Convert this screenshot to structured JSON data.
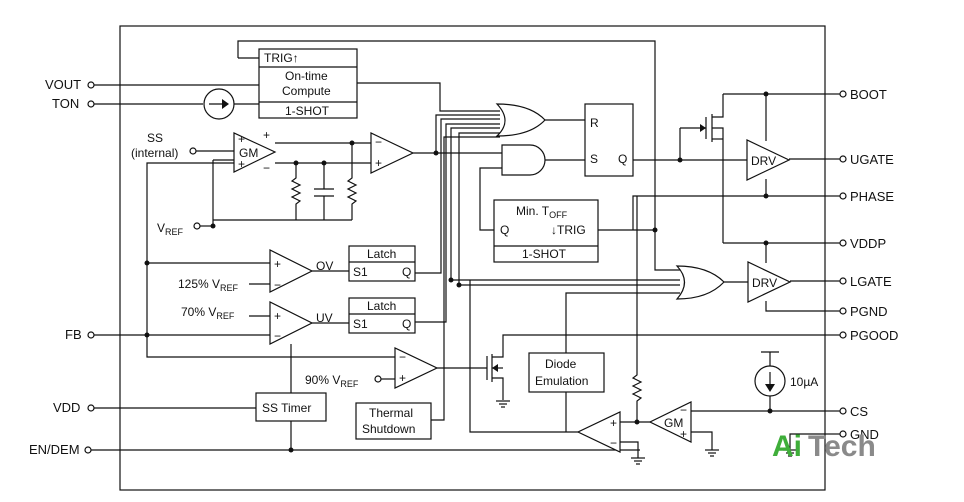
{
  "left_pins": {
    "vout": "VOUT",
    "ton": "TON",
    "fb": "FB",
    "vdd": "VDD",
    "en_dem": "EN/DEM"
  },
  "right_pins": {
    "boot": "BOOT",
    "ugate": "UGATE",
    "phase": "PHASE",
    "vddp": "VDDP",
    "lgate": "LGATE",
    "pgnd": "PGND",
    "pgood": "PGOOD",
    "cs": "CS",
    "gnd": "GND"
  },
  "blocks": {
    "oneshot_top": {
      "trig": "TRIG↑",
      "line1": "On-time",
      "line2": "Compute",
      "line3": "1-SHOT"
    },
    "latch_rs": {
      "r": "R",
      "s": "S",
      "q": "Q"
    },
    "min_toff": {
      "title_main": "Min. T",
      "title_sub": "OFF",
      "q": "Q",
      "trig": "↓TRIG",
      "shot": "1-SHOT"
    },
    "latch_ov": {
      "title": "Latch",
      "s1": "S1",
      "q": "Q"
    },
    "latch_uv": {
      "title": "Latch",
      "s1": "S1",
      "q": "Q"
    },
    "ss_timer": "SS Timer",
    "thermal": {
      "line1": "Thermal",
      "line2": "Shutdown"
    },
    "diode": {
      "line1": "Diode",
      "line2": "Emulation"
    },
    "drv_high": "DRV",
    "drv_low": "DRV",
    "gm_ss": "GM",
    "gm_cs": "GM"
  },
  "labels": {
    "ss_line1": "SS",
    "ss_line2": "(internal)",
    "vref_main": "V",
    "vref_sub": "REF",
    "pct125": "125% V",
    "pct70": "70% V",
    "pct90": "90% V",
    "ov": "OV",
    "uv": "UV",
    "current_source": "10µA",
    "plus": "+",
    "minus": "−"
  },
  "logo": {
    "ai": "Ai",
    "tech": "Tech"
  }
}
